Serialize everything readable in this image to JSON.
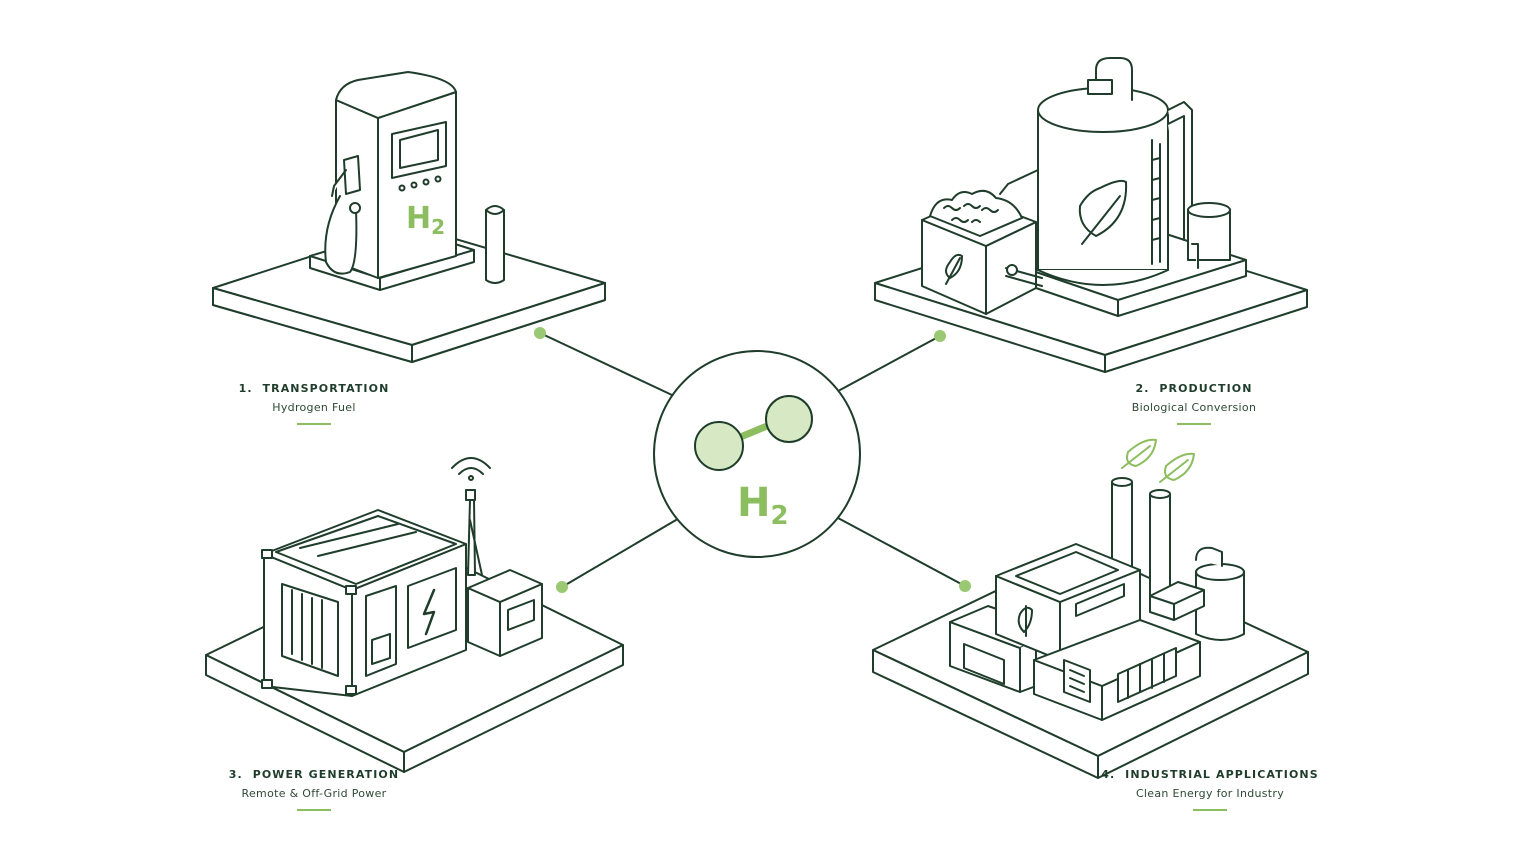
{
  "diagram": {
    "center": {
      "symbol": "H",
      "subscript": "2"
    },
    "nodes": [
      {
        "number": "1.",
        "title": "TRANSPORTATION",
        "subtitle": "Hydrogen Fuel"
      },
      {
        "number": "2.",
        "title": "PRODUCTION",
        "subtitle": "Biological Conversion"
      },
      {
        "number": "3.",
        "title": "POWER GENERATION",
        "subtitle": "Remote & Off-Grid Power"
      },
      {
        "number": "4.",
        "title": "INDUSTRIAL APPLICATIONS",
        "subtitle": "Clean Energy for Industry"
      }
    ],
    "pump_label": {
      "symbol": "H",
      "subscript": "2"
    }
  },
  "colors": {
    "line": "#1f3d2a",
    "accent": "#8cbd5f",
    "accent_fill": "#d6e8c4",
    "background": "#ffffff"
  },
  "icons": [
    "fuel-pump-icon",
    "bioreactor-tank-icon",
    "leaf-icon",
    "generator-container-icon",
    "lightning-bolt-icon",
    "wifi-antenna-icon",
    "factory-icon",
    "smokestack-icon",
    "hydrogen-molecule-icon"
  ]
}
